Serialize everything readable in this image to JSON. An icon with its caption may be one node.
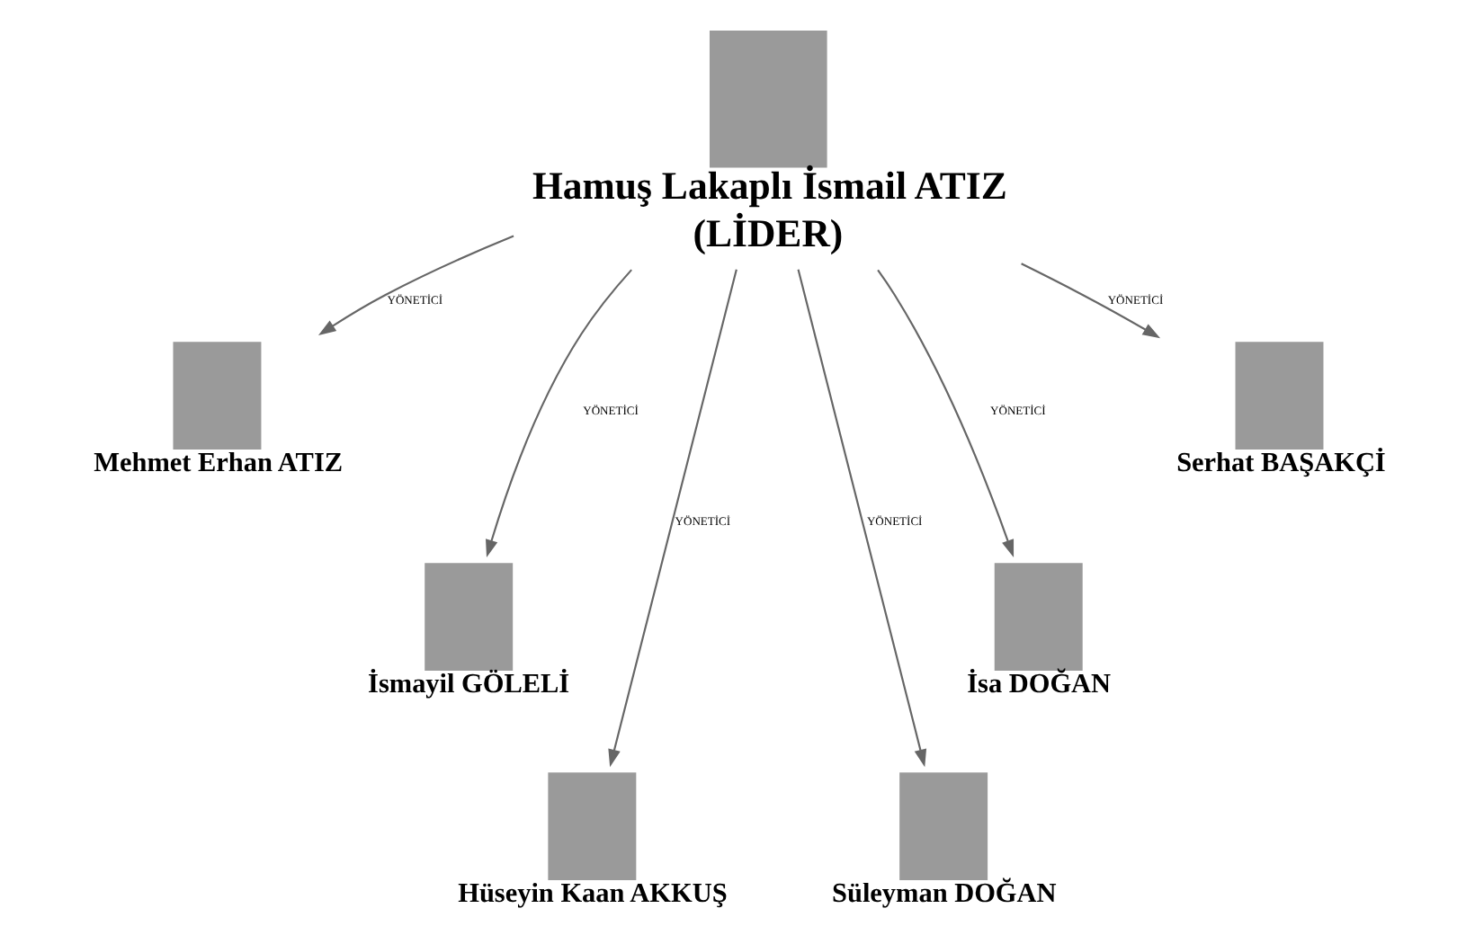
{
  "diagram": {
    "nodes": [
      {
        "text": [
          "Hamuş Lakaplı İsmail ATIZ",
          "(LİDER)"
        ]
      },
      {
        "text": [
          "Mehmet Erhan ATIZ"
        ]
      },
      {
        "text": [
          "İsmayil GÖLELİ"
        ]
      },
      {
        "text": [
          "Hüseyin Kaan AKKUŞ"
        ]
      },
      {
        "text": [
          "Süleyman DOĞAN"
        ]
      },
      {
        "text": [
          "İsa DOĞAN"
        ]
      },
      {
        "text": [
          "Serhat BAŞAKÇİ"
        ]
      }
    ],
    "edges": [
      {
        "from": 0,
        "to": 1,
        "arrow": "to",
        "label": "YÖNETİCİ"
      },
      {
        "from": 0,
        "to": 2,
        "arrow": "to",
        "label": "YÖNETİCİ"
      },
      {
        "from": 0,
        "to": 3,
        "arrow": "to",
        "label": "YÖNETİCİ"
      },
      {
        "from": 0,
        "to": 4,
        "arrow": "to",
        "label": "YÖNETİCİ"
      },
      {
        "from": 0,
        "to": 5,
        "arrow": "to",
        "label": "YÖNETİCİ"
      },
      {
        "from": 0,
        "to": 6,
        "arrow": "to",
        "label": "YÖNETİCİ"
      }
    ]
  }
}
